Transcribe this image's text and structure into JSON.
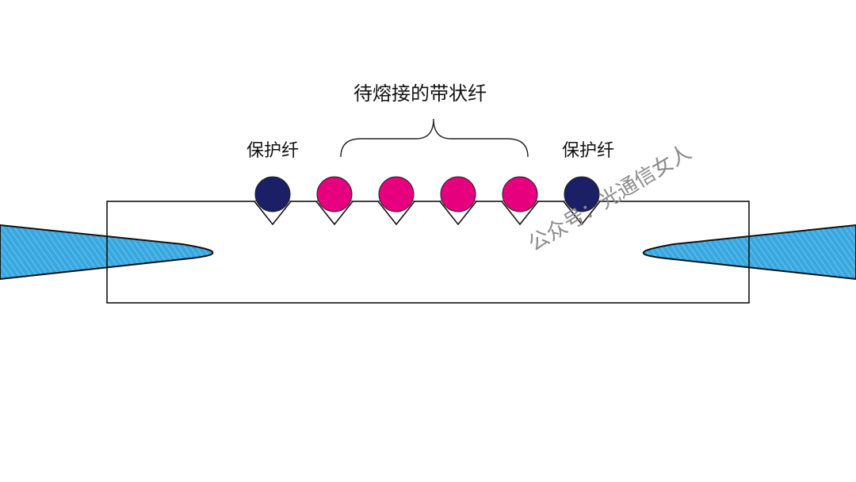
{
  "labels": {
    "ribbon": "待熔接的带状纤",
    "protect_left": "保护纤",
    "protect_right": "保护纤"
  },
  "watermark": "公众号：光通信女人",
  "fibers": [
    {
      "type": "protect",
      "color": "#1a1f66"
    },
    {
      "type": "ribbon",
      "color": "#e6007e"
    },
    {
      "type": "ribbon",
      "color": "#e6007e"
    },
    {
      "type": "ribbon",
      "color": "#e6007e"
    },
    {
      "type": "ribbon",
      "color": "#e6007e"
    },
    {
      "type": "protect",
      "color": "#1a1f66"
    }
  ],
  "colors": {
    "electrode": "#3aa8e0",
    "line": "#111111"
  }
}
